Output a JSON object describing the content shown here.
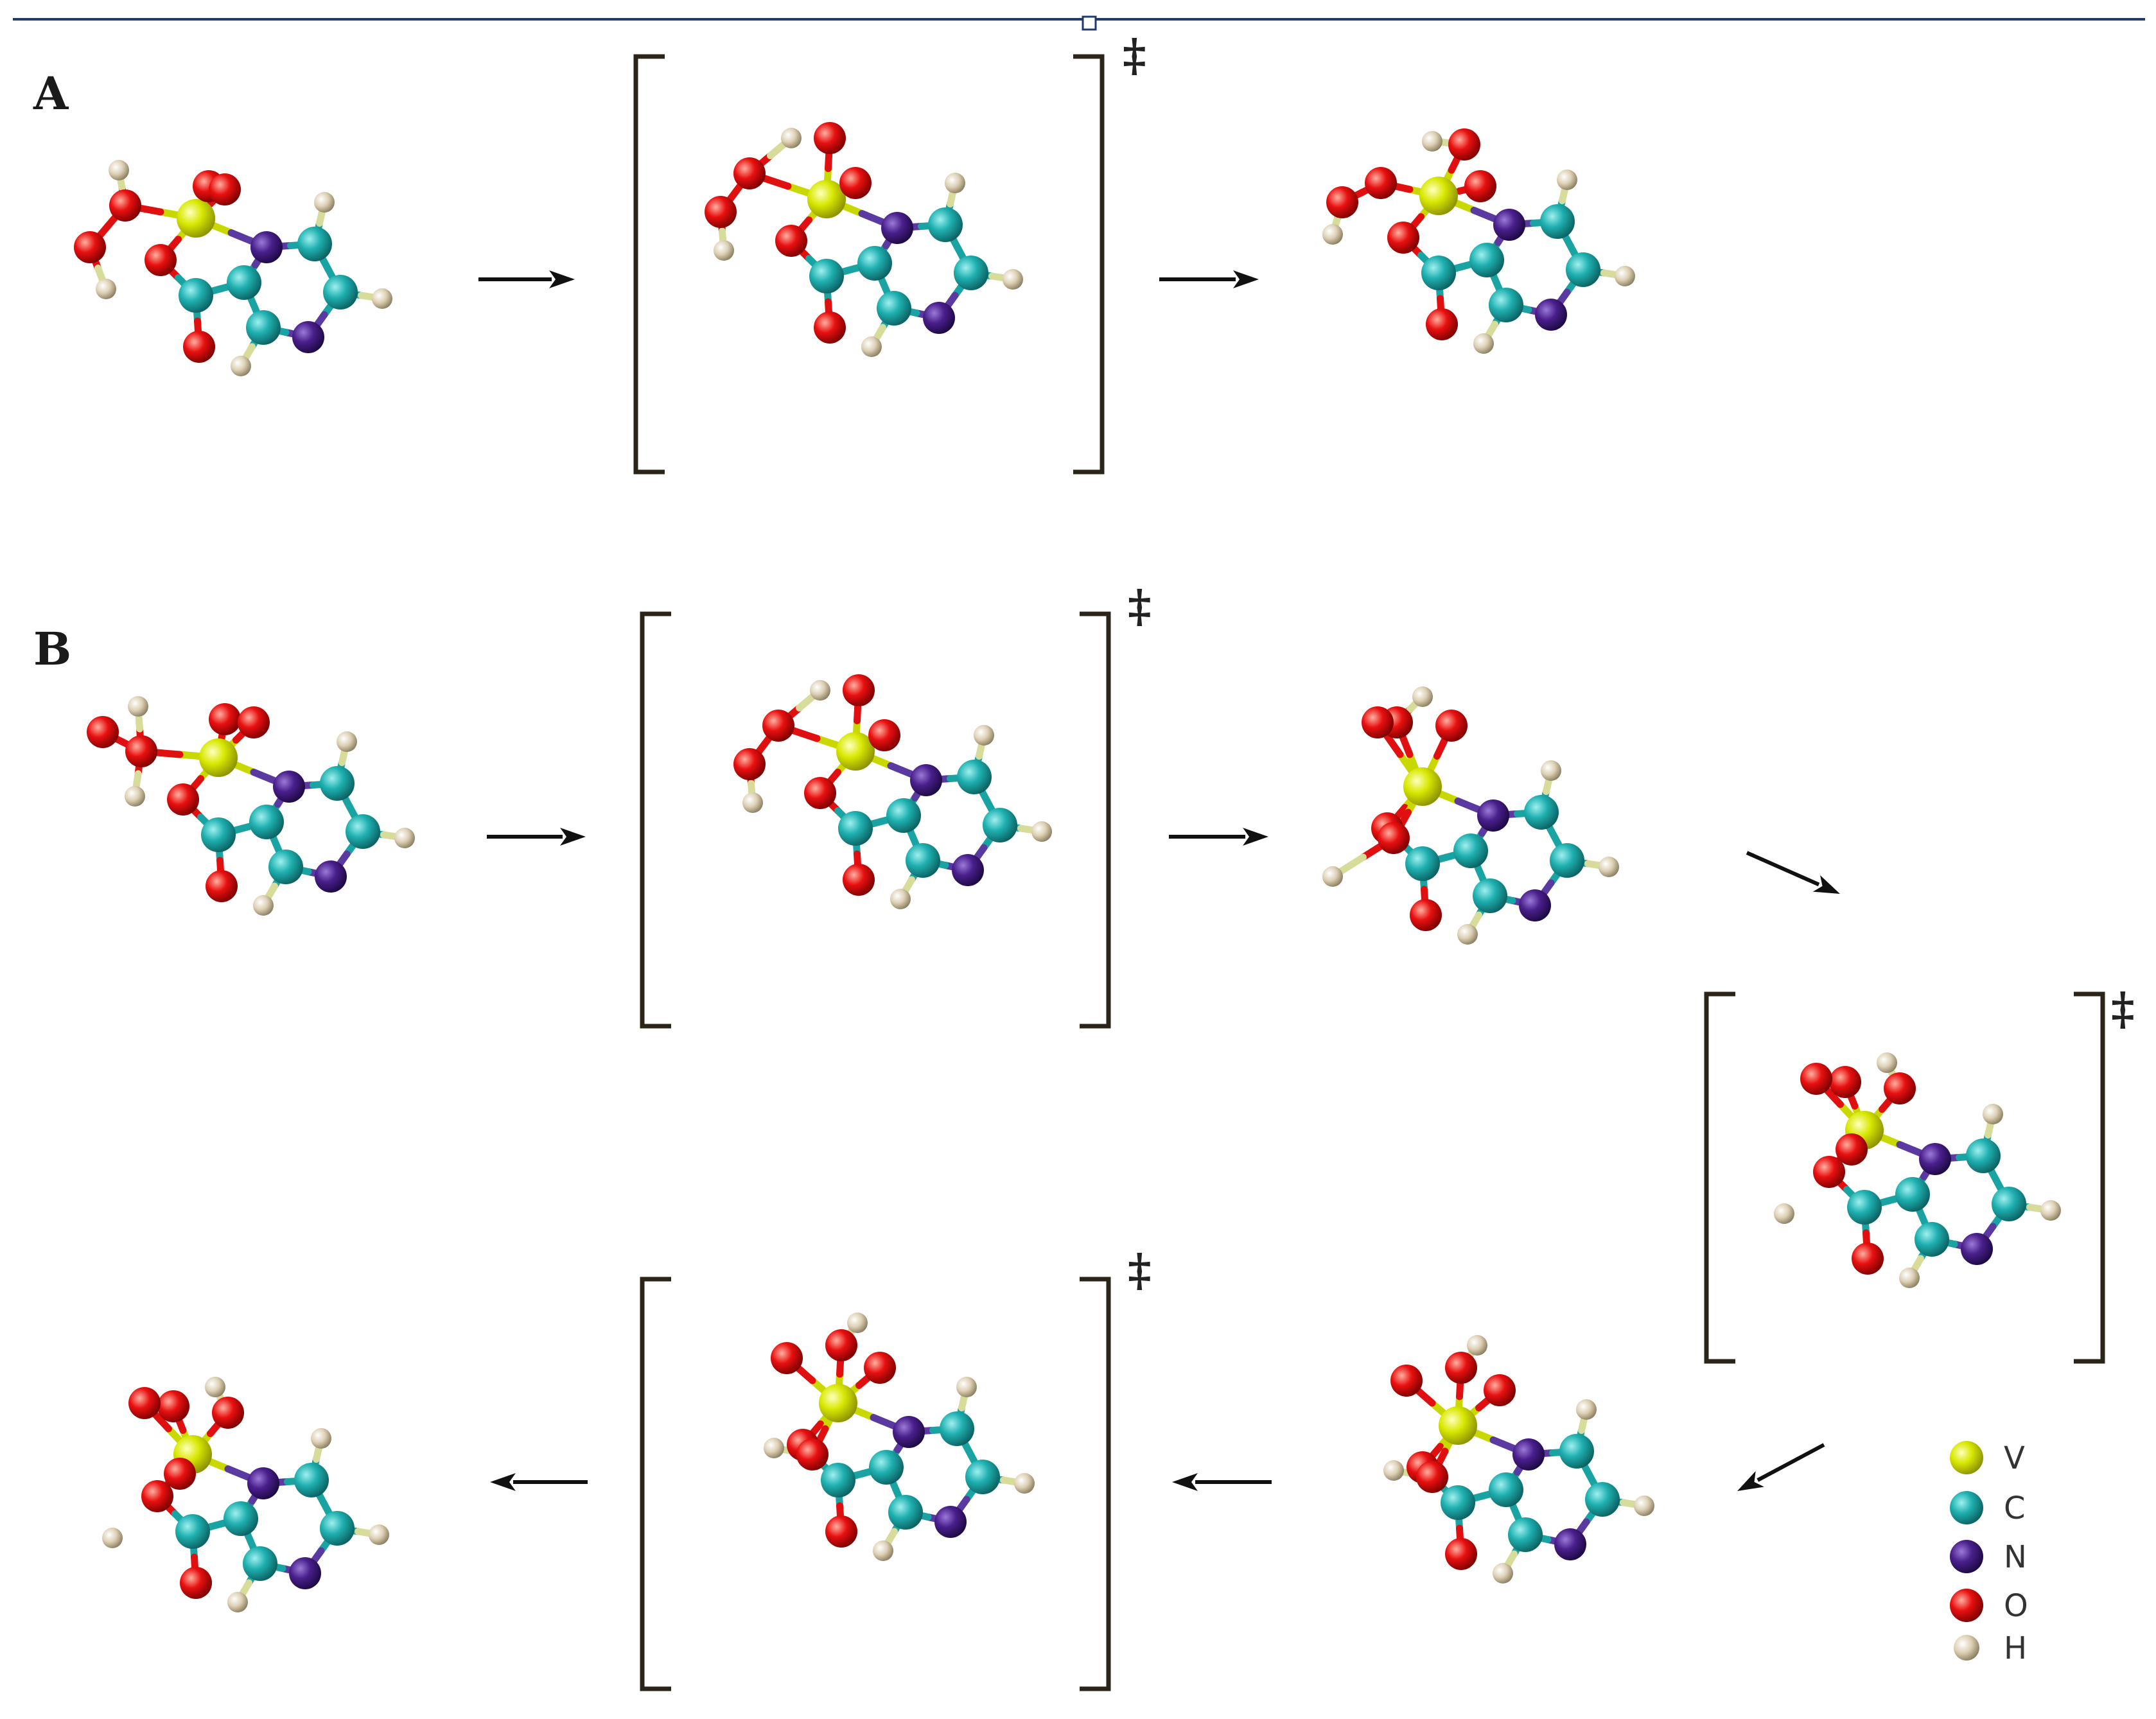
{
  "panels": [
    {
      "label": "A"
    },
    {
      "label": "B"
    }
  ],
  "transition_state_mark": "‡",
  "legend": [
    {
      "symbol": "V",
      "color": "#c8d800"
    },
    {
      "symbol": "C",
      "color": "#1aa3a3"
    },
    {
      "symbol": "N",
      "color": "#4a1f8c"
    },
    {
      "symbol": "O",
      "color": "#e01010"
    },
    {
      "symbol": "H",
      "color": "#d9ccb0"
    }
  ],
  "colors": {
    "rule": "#1f3b6e",
    "bracket": "#2b2418",
    "arrow": "#111111",
    "bond_cc": "#1aa3a3",
    "bond_vo": "#c8d800",
    "bond_oo": "#e01010"
  }
}
